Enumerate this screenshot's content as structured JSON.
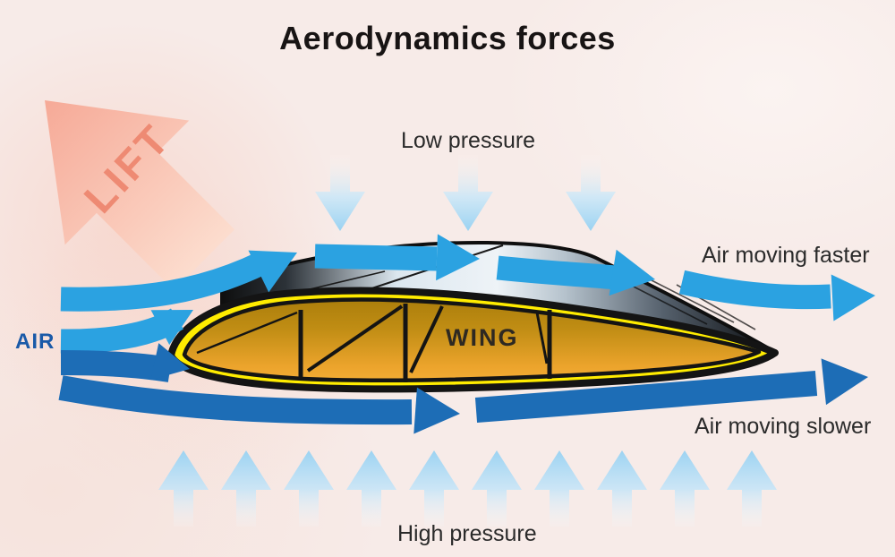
{
  "title": "Aerodynamics forces",
  "labels": {
    "lift": "LIFT",
    "air": "AIR",
    "wing": "WING",
    "low_pressure": "Low pressure",
    "high_pressure": "High pressure",
    "air_moving_faster": "Air moving faster",
    "air_moving_slower": "Air moving slower"
  },
  "colors": {
    "background": "#f7ebe8",
    "flow_light_blue": "#2ba2e1",
    "flow_dark_blue": "#1d6db6",
    "lift_arrow_head": "#f6a794",
    "lift_arrow_tail": "#fcdccd",
    "lift_text": "#ee8a73",
    "air_text": "#1a5aa8",
    "label_text": "#2a2a2a",
    "wing_outline_yellow": "#ffec00",
    "wing_rib_black": "#141414",
    "wing_fill_top": "#a97c0a",
    "wing_fill_bottom": "#f6b13a",
    "pressure_arrow_blue": "#9cd3f2"
  },
  "pressure_arrows": {
    "down_x": [
      380,
      523,
      660
    ],
    "up_x": [
      205,
      275,
      345,
      415,
      485,
      555,
      625,
      695,
      765,
      840
    ]
  }
}
